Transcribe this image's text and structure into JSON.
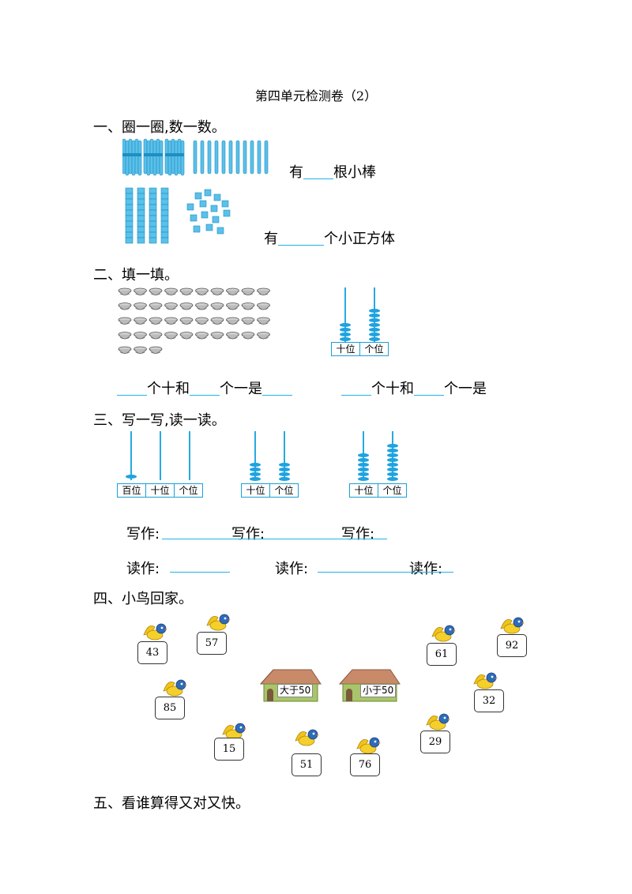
{
  "title": "第四单元检测卷（2）",
  "section1": {
    "heading": "一、圈一圈,数一数。",
    "sticks_text": [
      "有",
      "根小棒"
    ],
    "cubes_text": [
      "有",
      "个小正方体"
    ],
    "bundles": 3,
    "loose_sticks": 11,
    "ten_rods": 4,
    "unit_cubes": 14
  },
  "section2": {
    "heading": "二、填一填。",
    "bowls_count": 43,
    "abacus_labels": [
      "十位",
      "个位"
    ],
    "abacus_beads": {
      "tens": 4,
      "ones": 7
    },
    "fill_left": [
      "个十和",
      "个一是"
    ],
    "fill_right": [
      "个十和",
      "个一是"
    ]
  },
  "section3": {
    "heading": "三、写一写,读一读。",
    "abacus1": {
      "labels": [
        "百位",
        "十位",
        "个位"
      ],
      "beads": [
        1,
        0,
        0
      ]
    },
    "abacus2": {
      "labels": [
        "十位",
        "个位"
      ],
      "beads": [
        4,
        4
      ]
    },
    "abacus3": {
      "labels": [
        "十位",
        "个位"
      ],
      "beads": [
        6,
        8
      ]
    },
    "write_label": "写作:",
    "read_label": "读作:"
  },
  "section4": {
    "heading": "四、小鸟回家。",
    "houses": [
      "大于50",
      "小于50"
    ],
    "numbers": [
      "43",
      "57",
      "85",
      "15",
      "51",
      "76",
      "61",
      "92",
      "32",
      "29"
    ]
  },
  "section5": {
    "heading": "五、看谁算得又对又快。"
  },
  "colors": {
    "accent": "#22b3e6",
    "bead": "#1ea3e0",
    "bird": "#f2c318",
    "house_roof": "#c98a6a",
    "house_wall": "#a9c46a"
  }
}
